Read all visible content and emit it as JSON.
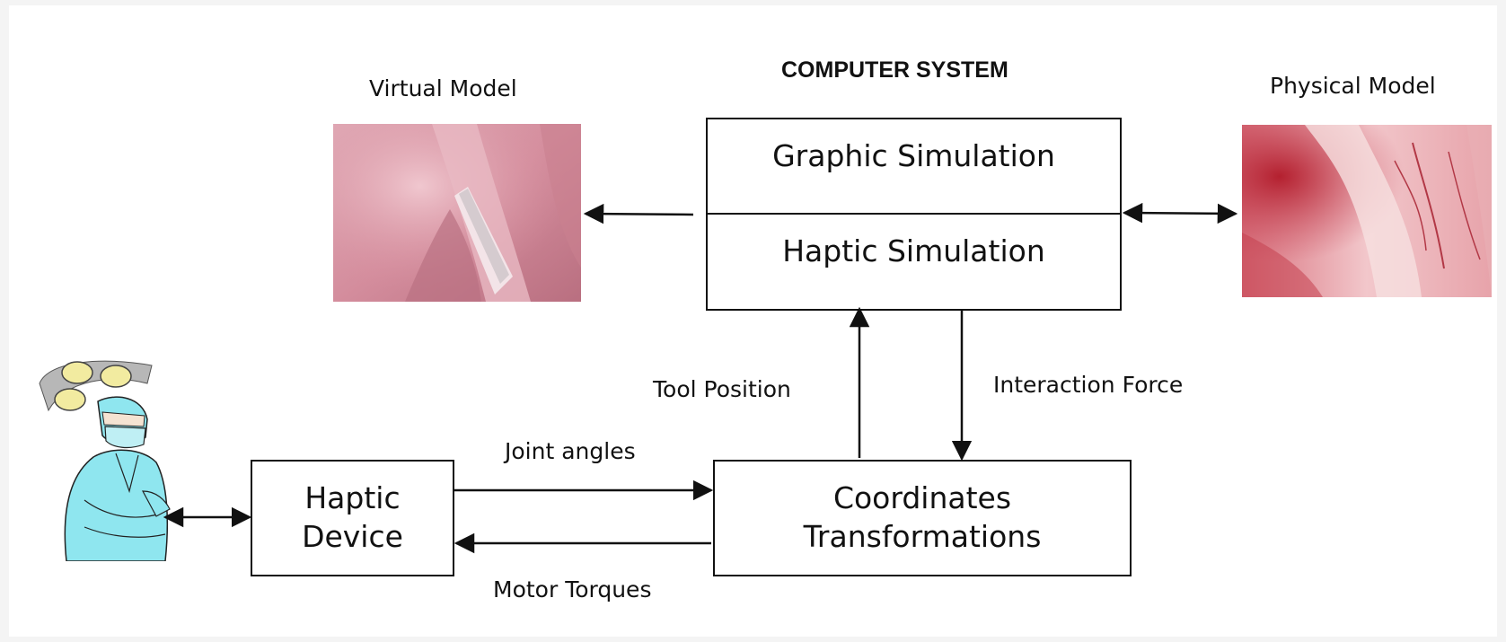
{
  "title": "COMPUTER SYSTEM",
  "virtual_model_label": "Virtual Model",
  "physical_model_label": "Physical Model",
  "graphic_simulation": "Graphic Simulation",
  "haptic_simulation": "Haptic Simulation",
  "haptic_device": {
    "line1": "Haptic",
    "line2": "Device"
  },
  "coordinates_transformations": {
    "line1": "Coordinates",
    "line2": "Transformations"
  },
  "tool_position": "Tool Position",
  "interaction_force": "Interaction Force",
  "joint_angles": "Joint angles",
  "motor_torques": "Motor Torques",
  "icons": [
    "surgeon-clipart",
    "virtual-model-image",
    "physical-model-image"
  ],
  "colors": {
    "surgeon_gown": "#8fe6ef",
    "virtual_tissue": "#d88e9e",
    "physical_tissue": "#c23a4c"
  }
}
